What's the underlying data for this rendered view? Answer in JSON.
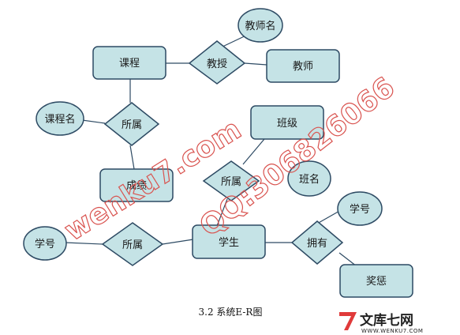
{
  "colors": {
    "fill": "#c5e3e6",
    "stroke": "#2d4a63",
    "line": "#2d4a63",
    "watermark": "#d9534f",
    "logo_accent": "#e03a3a"
  },
  "entities": {
    "course": "课程",
    "teacher": "教师",
    "grade": "成绩",
    "class": "班级",
    "student": "学生",
    "reward": "奖惩"
  },
  "relationships": {
    "teaches": "教授",
    "belongs_course": "所属",
    "belongs_class": "所属",
    "belongs_grade": "所属",
    "owns": "拥有"
  },
  "attributes": {
    "teacher_name": "教师名",
    "course_name": "课程名",
    "class_name": "班名",
    "student_no_left": "学号",
    "student_no_right": "学号"
  },
  "caption": "3.2  系统E-R图",
  "watermarks": {
    "site": "wenku7.com",
    "qq": "QQ:306826066"
  },
  "logo": {
    "name": "文库七网",
    "url": "WWW.WENKU7.COM"
  }
}
